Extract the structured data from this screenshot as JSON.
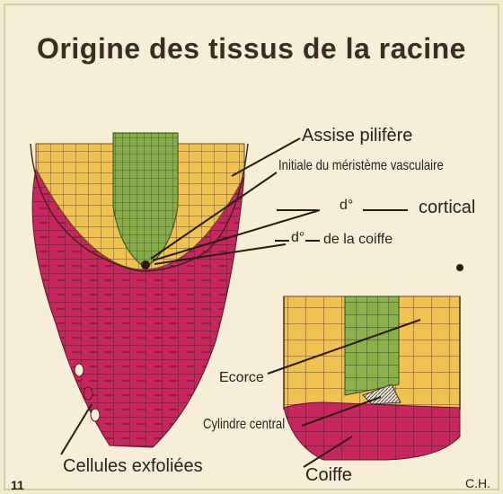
{
  "title": "Origine des tissus de la racine",
  "labels": {
    "assise_pilifere": "Assise pilifère",
    "initiale_meristeme": "Initiale du méristème vasculaire",
    "do_cortical_mark": "d°",
    "cortical": "cortical",
    "do_coiffe_mark": "d°",
    "de_la_coiffe": "de la coiffe",
    "ecorce": "Ecorce",
    "cylindre_central": "Cylindre central",
    "coiffe": "Coiffe",
    "cellules_exfoliees": "Cellules exfoliées"
  },
  "plate_number": "11",
  "signature": "C.H.",
  "colors": {
    "background": "#f6eed6",
    "coiffe_tissue": "#c8265e",
    "cortex_tissue": "#f0c24e",
    "central_cylinder": "#8bb24a",
    "cell_walls": "#4a2a1e",
    "text": "#2a2118"
  }
}
